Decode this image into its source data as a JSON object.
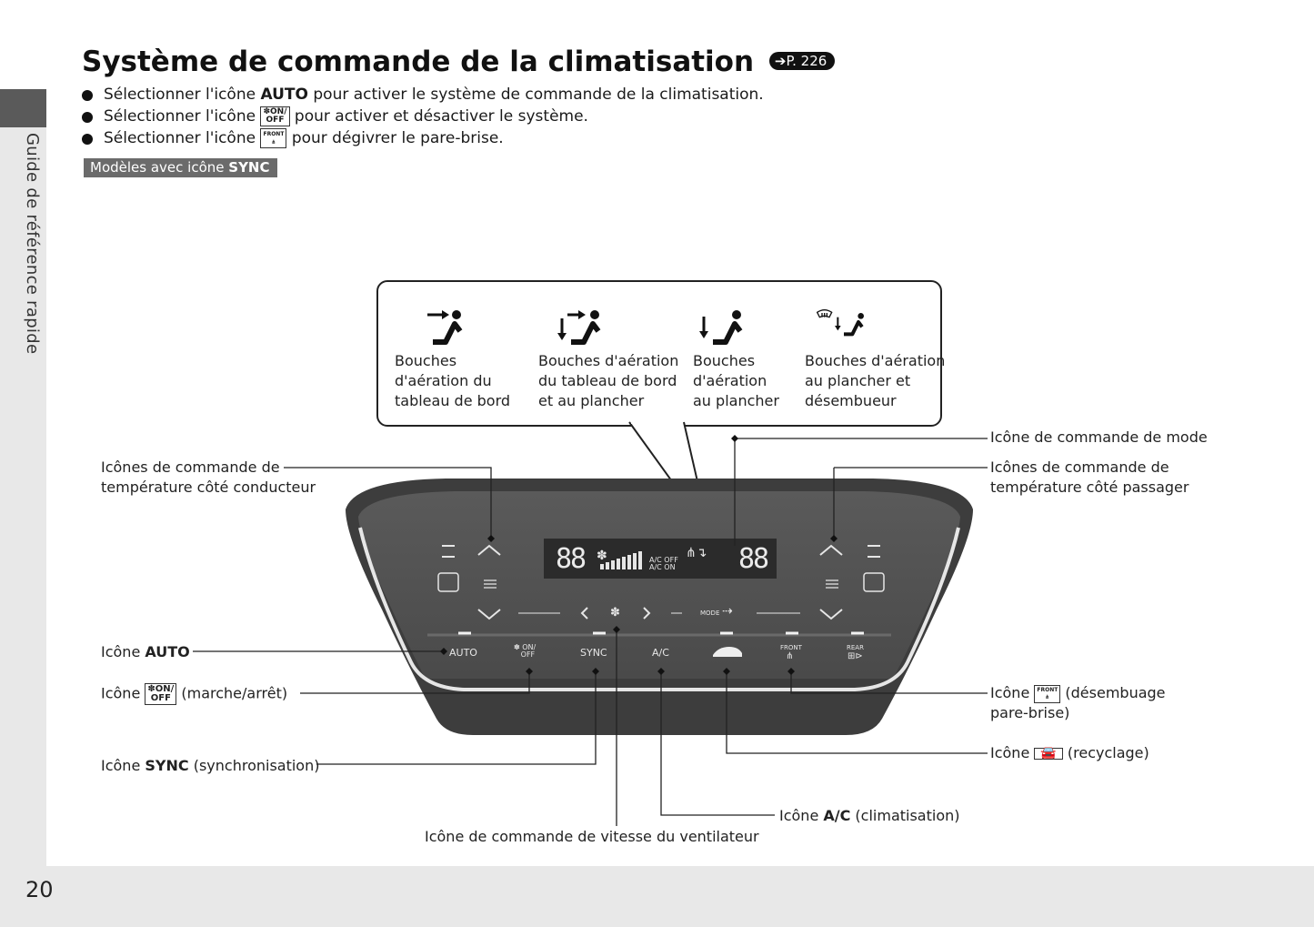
{
  "sidebar": {
    "label": "Guide de référence rapide"
  },
  "page_number": "20",
  "header": {
    "title": "Système de commande de la climatisation",
    "ref": "P. 226"
  },
  "bullets": [
    {
      "pre": "Sélectionner l'icône ",
      "bold": "AUTO",
      "post": " pour activer le système de commande de la climatisation."
    },
    {
      "pre": "Sélectionner l'icône ",
      "icon": "ON/OFF",
      "post": " pour activer et désactiver le système."
    },
    {
      "pre": "Sélectionner l'icône ",
      "icon": "FRONT",
      "post": " pour dégivrer le pare-brise."
    }
  ],
  "model_tag": {
    "pre": "Modèles avec icône ",
    "bold": "SYNC"
  },
  "modes": [
    {
      "line1": "Bouches",
      "line2": "d'aération du",
      "line3": "tableau de bord",
      "icon": "dash-vent-icon"
    },
    {
      "line1": "Bouches d'aération",
      "line2": "du tableau de bord",
      "line3": "et au plancher",
      "icon": "dash-floor-vent-icon"
    },
    {
      "line1": "Bouches",
      "line2": "d'aération",
      "line3": "au plancher",
      "icon": "floor-vent-icon"
    },
    {
      "line1": "Bouches d'aération",
      "line2": "au  plancher et",
      "line3": "désembueur",
      "icon": "floor-defrost-vent-icon"
    }
  ],
  "labels": {
    "mode": "Icône de commande de mode",
    "driver_temp_1": "Icônes de commande de",
    "driver_temp_2": "température côté conducteur",
    "passenger_temp_1": "Icônes de commande de",
    "passenger_temp_2": "température côté passager",
    "auto_pre": "Icône ",
    "auto_bold": "AUTO",
    "onoff_pre": "Icône ",
    "onoff_post": " (marche/arrêt)",
    "sync_pre": "Icône ",
    "sync_bold": "SYNC",
    "sync_post": " (synchronisation)",
    "front_pre": "Icône ",
    "front_post": " (désembuage",
    "front_post2": "pare-brise)",
    "recirc_pre": "Icône ",
    "recirc_post": " (recyclage)",
    "ac_pre": "Icône ",
    "ac_bold": "A/C",
    "ac_post": " (climatisation)",
    "fan": "Icône de commande de vitesse du ventilateur"
  },
  "panel": {
    "lcd_left": "88",
    "lcd_right": "88",
    "ac_off": "A/C OFF",
    "ac_on": "A/C ON",
    "mode_small": "MODE",
    "btn_auto": "AUTO",
    "btn_onoff": "ON/\nOFF",
    "btn_sync": "SYNC",
    "btn_ac": "A/C",
    "btn_front": "FRONT",
    "btn_rear": "REAR",
    "onoff_icon_text_on": "ON/",
    "onoff_icon_text_off": "OFF",
    "front_icon_text": "FRONT"
  }
}
